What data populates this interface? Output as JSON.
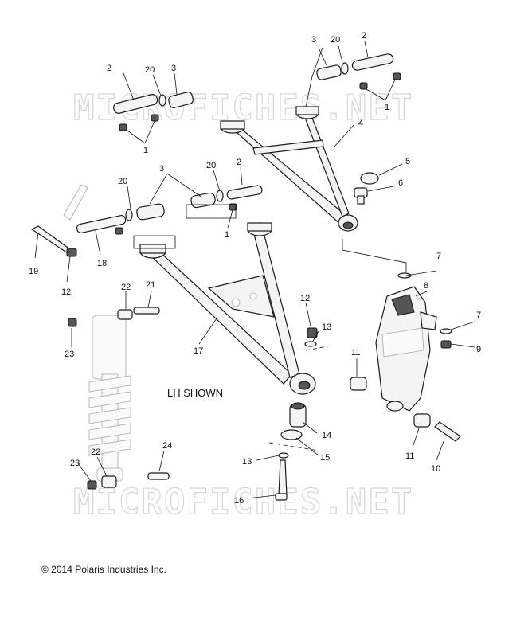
{
  "caption": "LH SHOWN",
  "copyright": "© 2014 Polaris Industries Inc.",
  "watermark": "MICROFICHES.NET",
  "callouts": {
    "c1": "1",
    "c2": "2",
    "c3": "3",
    "c4": "4",
    "c5": "5",
    "c6": "6",
    "c7": "7",
    "c8": "8",
    "c9": "9",
    "c10": "10",
    "c11": "11",
    "c12": "12",
    "c13": "13",
    "c14": "14",
    "c15": "15",
    "c16": "16",
    "c17": "17",
    "c18": "18",
    "c19": "19",
    "c20": "20",
    "c21": "21",
    "c22": "22",
    "c23": "23",
    "c24": "24"
  }
}
